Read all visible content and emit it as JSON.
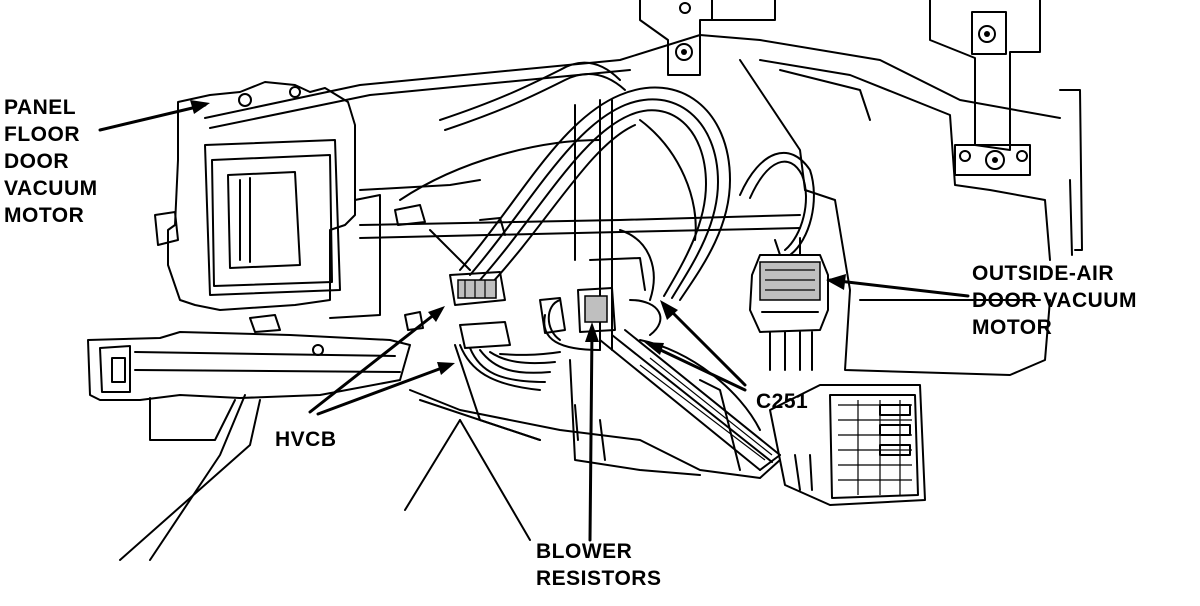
{
  "labels": {
    "panel_floor": [
      "PANEL",
      "FLOOR",
      "DOOR",
      "VACUUM",
      "MOTOR"
    ],
    "outside_air": [
      "OUTSIDE-AIR",
      "DOOR VACUUM",
      "MOTOR"
    ],
    "hvcb": "HVCB",
    "c251": "C251",
    "blower": [
      "BLOWER",
      "RESISTORS"
    ]
  }
}
